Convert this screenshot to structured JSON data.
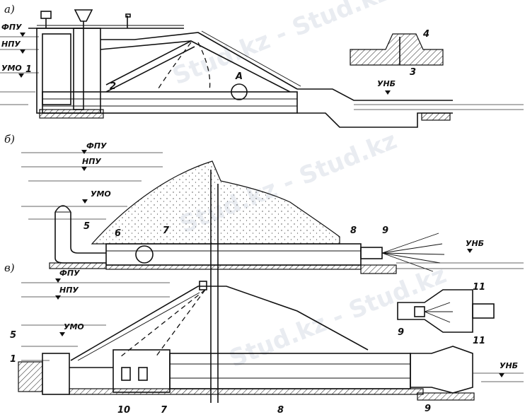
{
  "panels": {
    "a": "а)",
    "b": "б)",
    "v": "в)"
  },
  "levels": {
    "fpu": "ФПУ",
    "npu": "НПУ",
    "umo": "УМО",
    "unb": "УНБ"
  },
  "callouts": {
    "n1": "1",
    "n2": "2",
    "n3": "3",
    "n4": "4",
    "n5": "5",
    "n6": "6",
    "n7": "7",
    "n8": "8",
    "n9": "9",
    "n10": "10",
    "n11": "11",
    "detailA": "A"
  },
  "watermark": "Stud.kz - Stud.kz"
}
